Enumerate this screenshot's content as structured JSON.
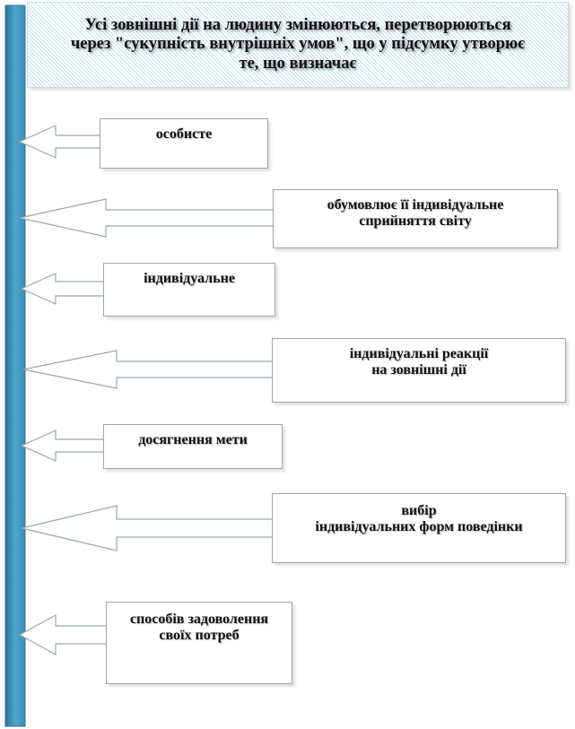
{
  "header": {
    "line1": "Усі зовнішні  дії на людину змінюються,  перетворюються",
    "line2": "через \"сукупність  внутрішніх  умов\", що у підсумку  утворює",
    "line3": "те, що визначає"
  },
  "items": [
    {
      "lines": [
        "особисте"
      ]
    },
    {
      "lines": [
        "обумовлює її індивідуальне",
        "сприйняття світу"
      ]
    },
    {
      "lines": [
        "індивідуальне"
      ]
    },
    {
      "lines": [
        "індивідуальні реакції",
        "на зовнішні дії"
      ]
    },
    {
      "lines": [
        "досягнення мети"
      ]
    },
    {
      "lines": [
        "вибір",
        "індивідуальних форм поведінки"
      ]
    },
    {
      "lines": [
        "способів задоволення",
        "своїх потреб"
      ]
    }
  ],
  "colors": {
    "bar": "#4a9ec2",
    "bar_edge": "#2f7395",
    "box_border": "#9aa6ad",
    "header_stripe": "#96c8e1"
  }
}
